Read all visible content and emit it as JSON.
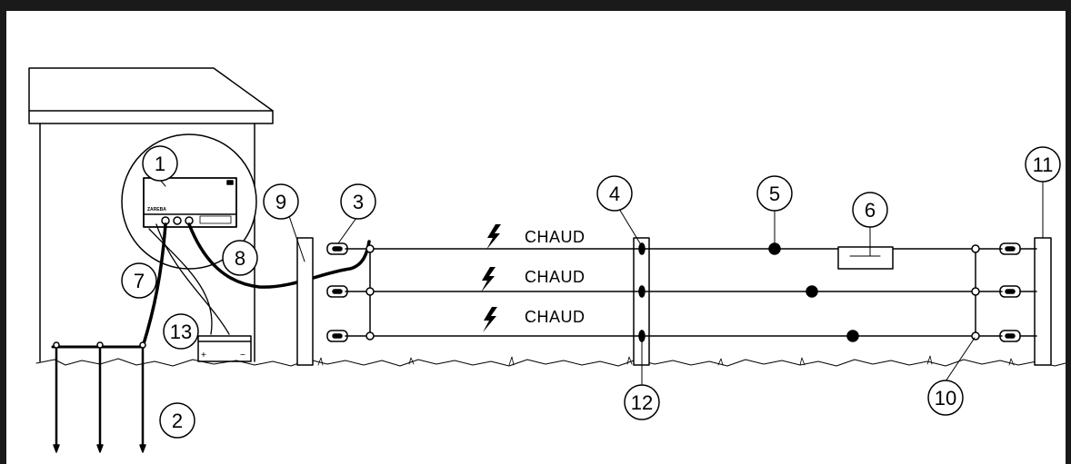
{
  "wire_labels": [
    "CHAUD",
    "CHAUD",
    "CHAUD"
  ],
  "callouts": [
    "1",
    "2",
    "3",
    "4",
    "5",
    "6",
    "7",
    "8",
    "9",
    "10",
    "11",
    "12",
    "13"
  ],
  "energizer_brand": "ZAREBA",
  "battery_terminals": {
    "positive": "+",
    "negative": "−"
  },
  "colors": {
    "frame": "#1a1a1a",
    "line": "#000000",
    "background": "#ffffff"
  },
  "icons": [
    "lightning-bolt-icon",
    "ground-rod-icon",
    "insulator-icon",
    "battery-icon"
  ]
}
